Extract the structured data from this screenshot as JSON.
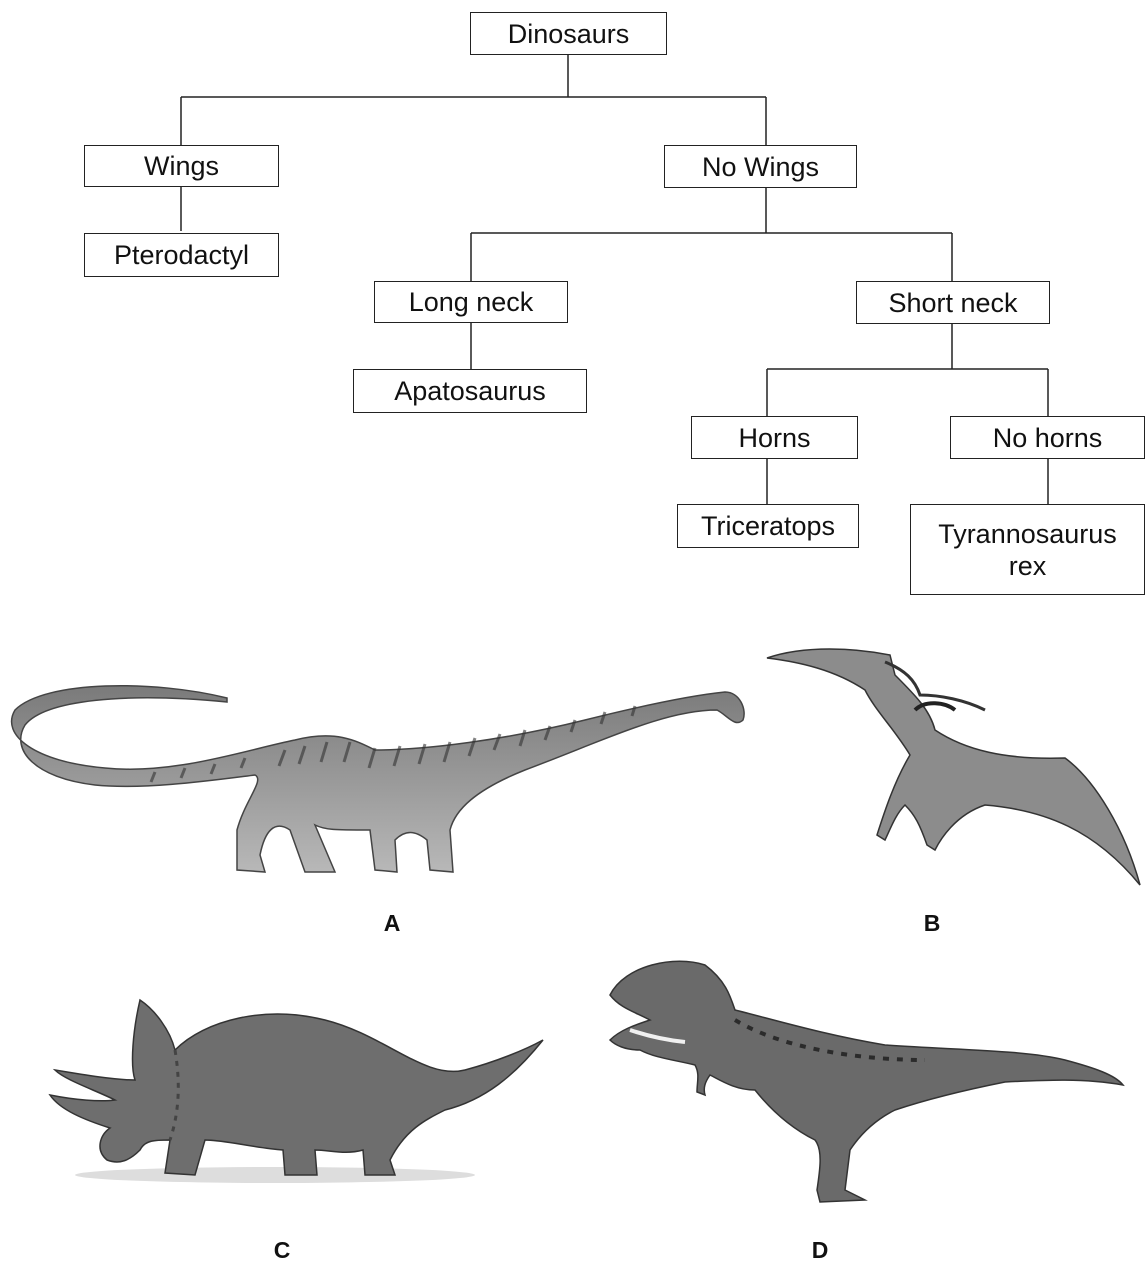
{
  "title": "Dinosaurs",
  "nodes": {
    "dinosaurs": "Dinosaurs",
    "wings": "Wings",
    "no_wings": "No Wings",
    "pterodactyl": "Pterodactyl",
    "long_neck": "Long neck",
    "short_neck": "Short neck",
    "apatosaurus": "Apatosaurus",
    "horns": "Horns",
    "no_horns": "No horns",
    "triceratops": "Triceratops",
    "tyrannosaurus": "Tyrannosaurus rex"
  },
  "figures": {
    "a": "A",
    "b": "B",
    "c": "C",
    "d": "D"
  },
  "colors": {
    "line": "#222222",
    "ink": "#111111"
  }
}
